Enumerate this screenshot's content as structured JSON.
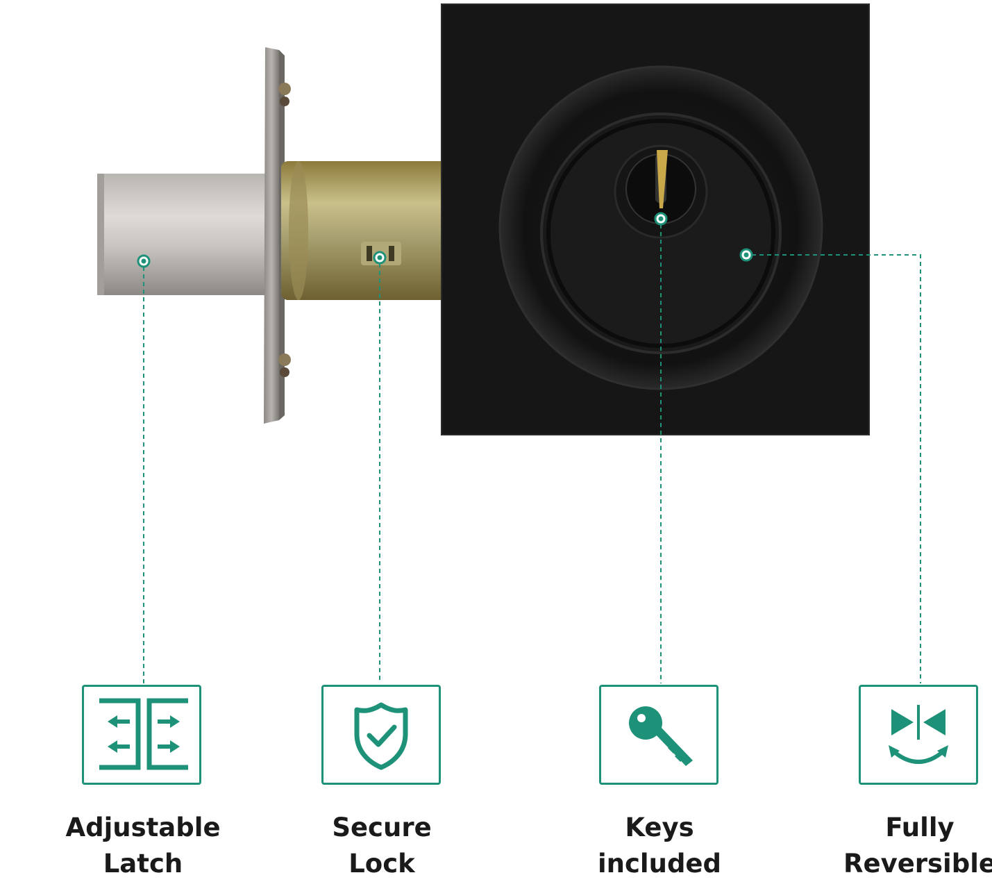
{
  "accent_color": "#1e9179",
  "product": {
    "name": "deadbolt-lock-photo"
  },
  "features": [
    {
      "id": "adjustable-latch",
      "label": "Adjustable\nLatch",
      "icon": "adjustable-latch-arrows-icon"
    },
    {
      "id": "secure-lock",
      "label": "Secure\nLock",
      "icon": "shield-check-icon"
    },
    {
      "id": "keys-included",
      "label": "Keys\nincluded",
      "icon": "key-icon"
    },
    {
      "id": "fully-reversible",
      "label": "Fully\nReversible",
      "icon": "reversible-arrows-icon"
    }
  ]
}
